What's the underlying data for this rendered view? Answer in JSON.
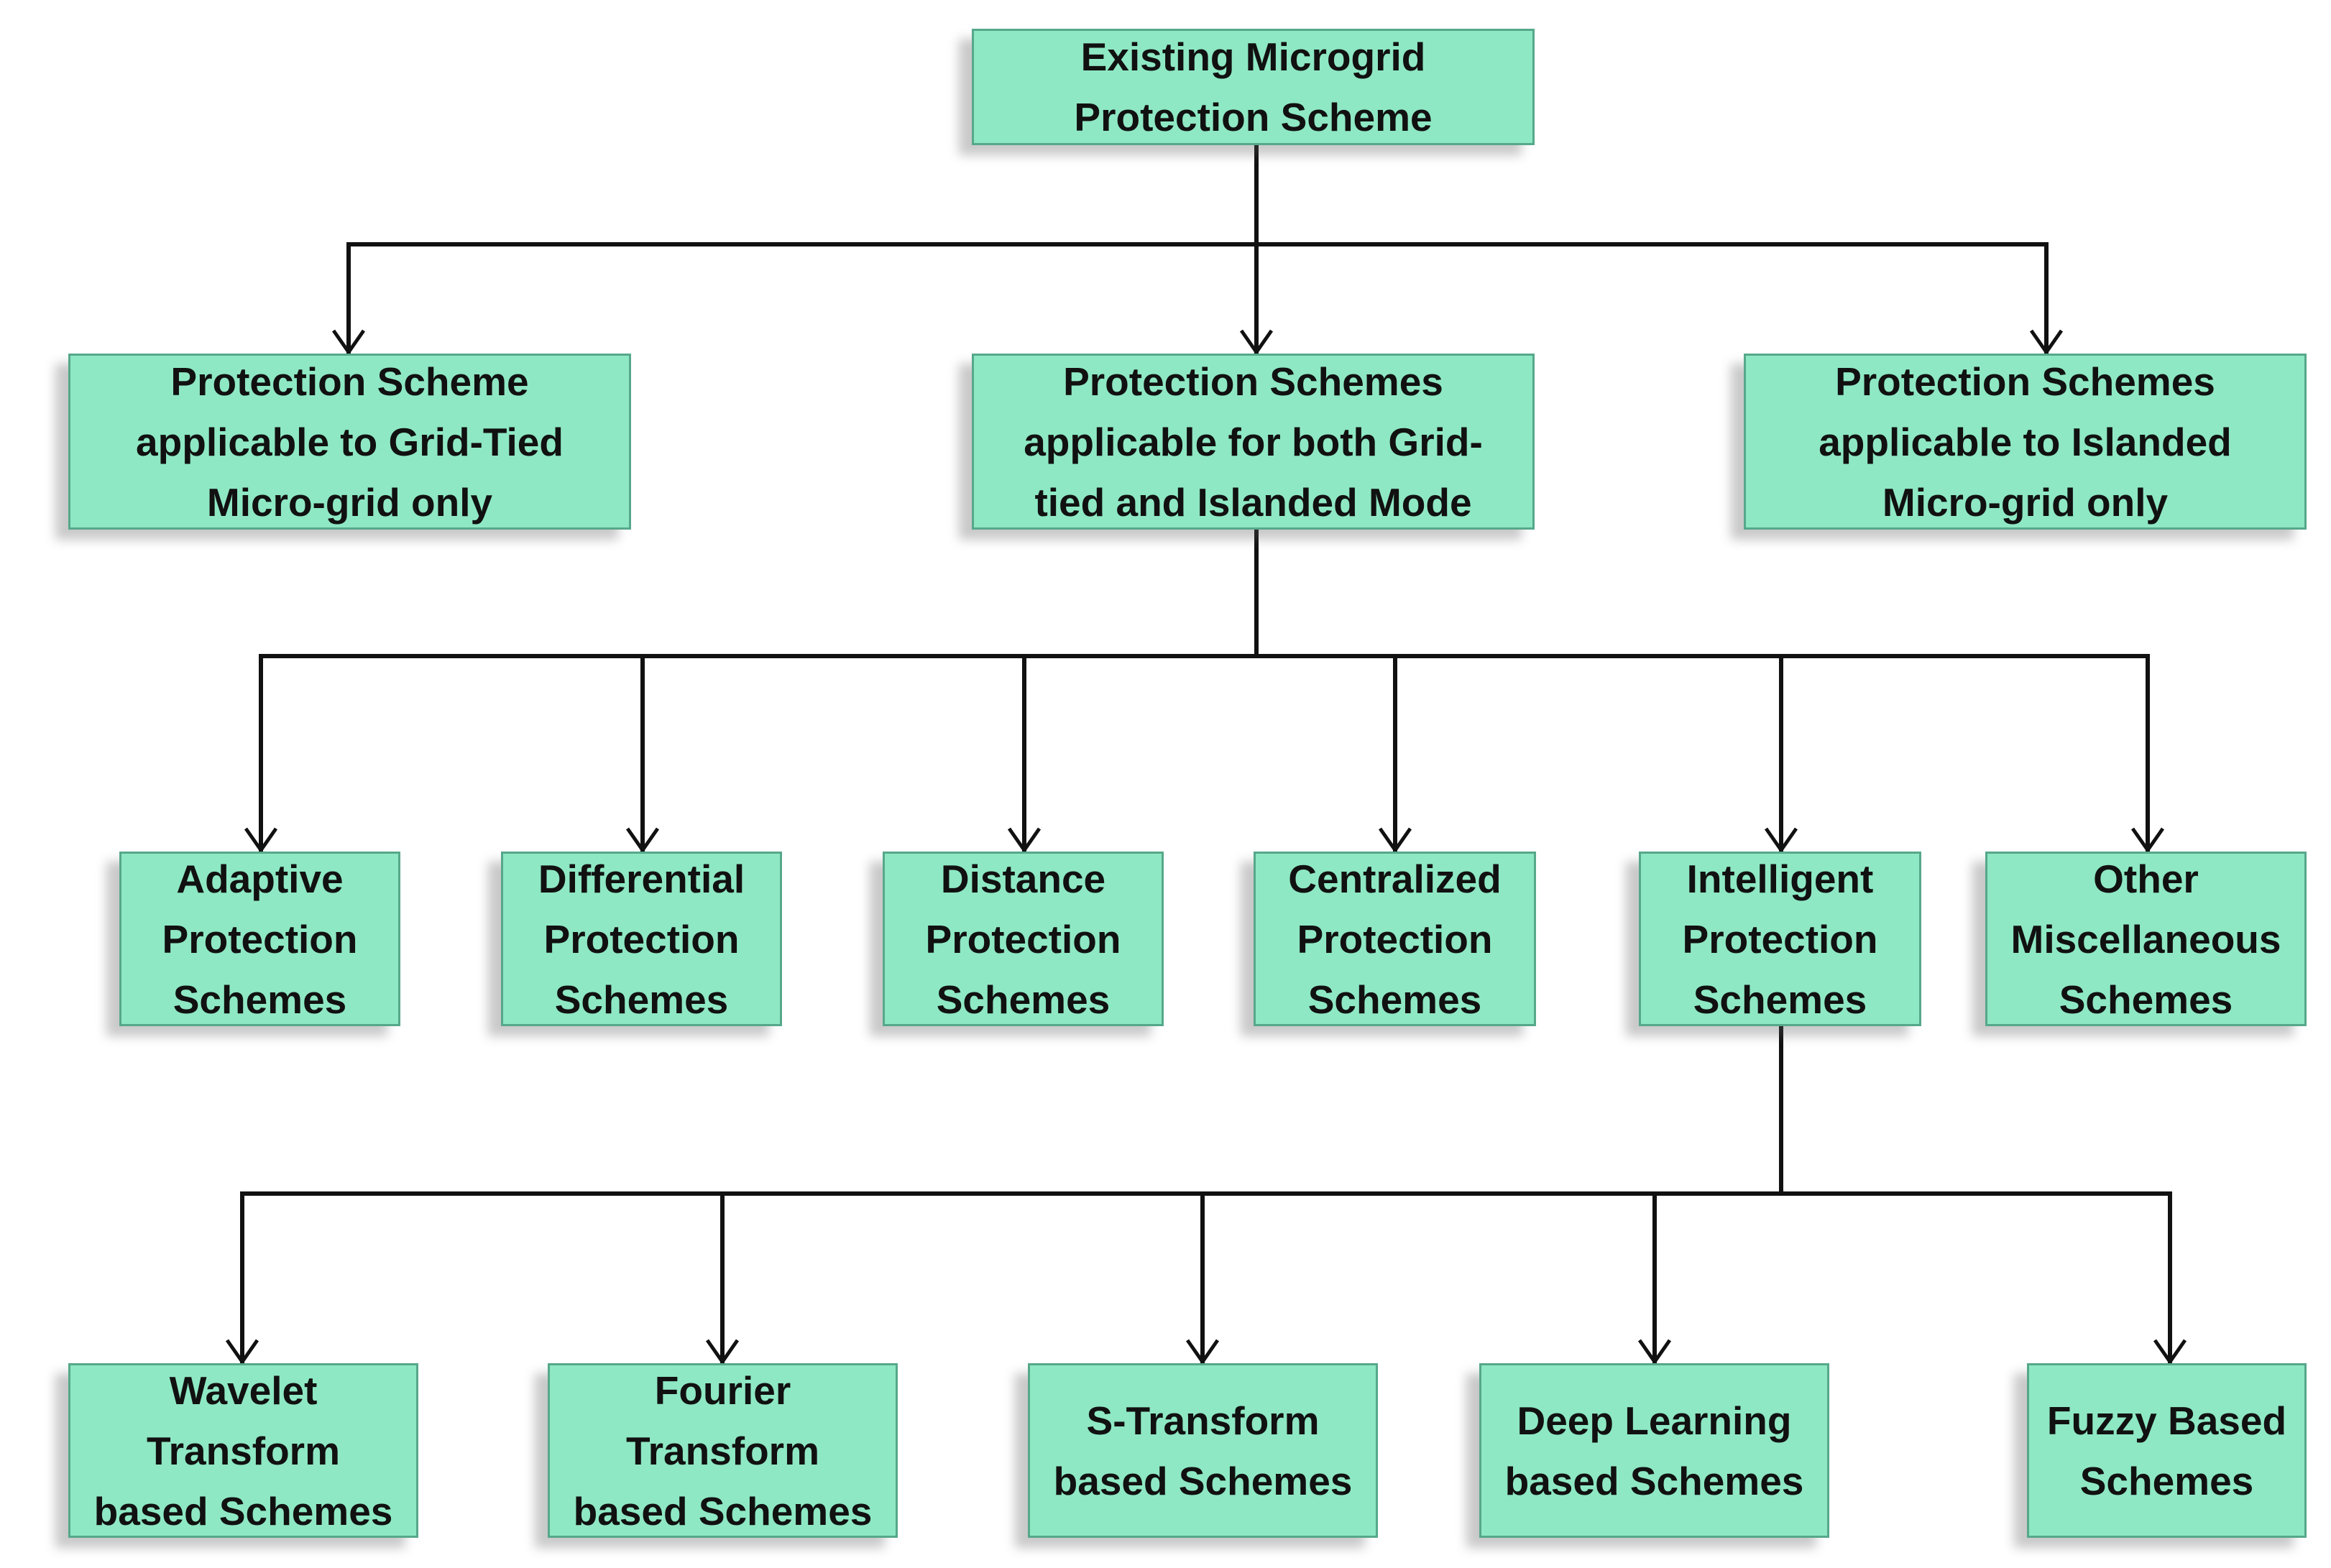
{
  "diagram": {
    "root": {
      "label": "Existing Microgrid\nProtection Scheme"
    },
    "modes": [
      {
        "label": "Protection Scheme\napplicable to Grid-Tied\nMicro-grid only"
      },
      {
        "label": "Protection Schemes\napplicable for both Grid-\ntied and Islanded Mode"
      },
      {
        "label": "Protection Schemes\napplicable to Islanded\nMicro-grid only"
      }
    ],
    "schemes": [
      {
        "label": "Adaptive\nProtection\nSchemes"
      },
      {
        "label": "Differential\nProtection\nSchemes"
      },
      {
        "label": "Distance\nProtection\nSchemes"
      },
      {
        "label": "Centralized\nProtection\nSchemes"
      },
      {
        "label": "Intelligent\nProtection\nSchemes"
      },
      {
        "label": "Other\nMiscellaneous\nSchemes"
      }
    ],
    "intelligent": [
      {
        "label": "Wavelet\nTransform\nbased Schemes"
      },
      {
        "label": "Fourier\nTransform\nbased Schemes"
      },
      {
        "label": "S-Transform\nbased Schemes"
      },
      {
        "label": "Deep Learning\nbased Schemes"
      },
      {
        "label": "Fuzzy Based\nSchemes"
      }
    ],
    "colors": {
      "box_fill": "#8ee8c4",
      "box_border": "#56a88a",
      "connector": "#111111"
    }
  }
}
